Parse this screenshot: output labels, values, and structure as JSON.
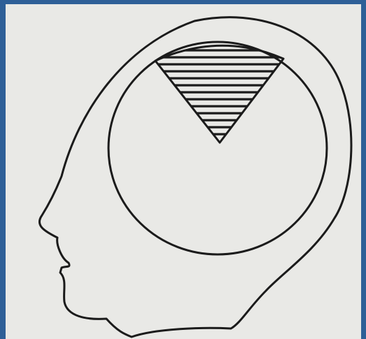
{
  "figure": {
    "background_color": "#2e5f97",
    "paper_color": "#e9e9e6",
    "line_color": "#1b1b1b",
    "elements": [
      {
        "name": "head-profile-outline",
        "shape": "head silhouette facing left"
      },
      {
        "name": "inner-circle",
        "shape": "circle"
      },
      {
        "name": "hatched-wedge",
        "shape": "inverted triangle with horizontal hatching"
      }
    ]
  }
}
